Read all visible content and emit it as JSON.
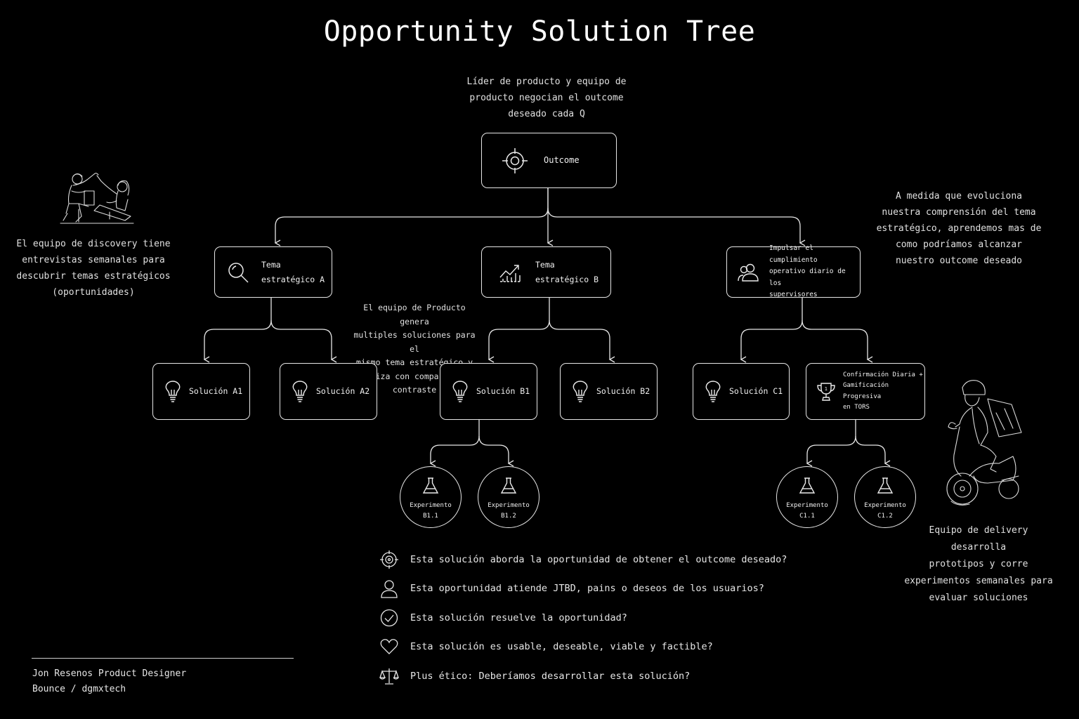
{
  "title": "Opportunity Solution Tree",
  "notes": {
    "top": [
      "Líder de producto y equipo de",
      "producto negocian el outcome",
      "deseado cada Q"
    ],
    "left": [
      "El equipo de discovery tiene",
      "entrevistas semanales para",
      "descubrir temas estratégicos",
      "(oportunidades)"
    ],
    "right": [
      "A medida que evoluciona",
      "nuestra comprensión del tema",
      "estratégico, aprendemos mas de",
      "como podríamos alcanzar",
      "nuestro outcome deseado"
    ],
    "middle": [
      "El equipo de Producto genera",
      "multiples soluciones para el",
      "mismo tema estratégico y",
      "prioriza con comparación y",
      "contraste"
    ],
    "bottom_right": [
      "Equipo de delivery desarrolla",
      "prototipos y corre",
      "experimentos semanales para",
      "evaluar soluciones"
    ]
  },
  "outcome": {
    "label": "Outcome",
    "icon": "target-icon"
  },
  "themes": [
    {
      "lines": [
        "Tema",
        "estratégico A"
      ],
      "icon": "magnifier-icon"
    },
    {
      "lines": [
        "Tema",
        "estratégico B"
      ],
      "icon": "trend-chart-icon"
    },
    {
      "lines": [
        "Impulsar el cumplimiento",
        "operativo diario de los",
        "supervisores"
      ],
      "icon": "users-icon"
    }
  ],
  "solutions": [
    {
      "lines": [
        "Solución A1"
      ],
      "icon": "lightbulb-icon"
    },
    {
      "lines": [
        "Solución A2"
      ],
      "icon": "lightbulb-icon"
    },
    {
      "lines": [
        "Solución B1"
      ],
      "icon": "lightbulb-icon"
    },
    {
      "lines": [
        "Solución B2"
      ],
      "icon": "lightbulb-icon"
    },
    {
      "lines": [
        "Solución C1"
      ],
      "icon": "lightbulb-icon"
    },
    {
      "lines": [
        "Confirmación Diaria +",
        "Gamificación Progresiva",
        "en TORS"
      ],
      "icon": "trophy-icon"
    }
  ],
  "experiments": [
    {
      "lines": [
        "Experimento",
        "B1.1"
      ],
      "icon": "flask-icon"
    },
    {
      "lines": [
        "Experimento",
        "B1.2"
      ],
      "icon": "flask-icon"
    },
    {
      "lines": [
        "Experimento",
        "C1.1"
      ],
      "icon": "flask-icon"
    },
    {
      "lines": [
        "Experimento",
        "C1.2"
      ],
      "icon": "flask-icon"
    }
  ],
  "questions": [
    {
      "text": "Esta solución aborda la oportunidad de obtener el outcome deseado?",
      "icon": "target-icon"
    },
    {
      "text": "Esta oportunidad atiende JTBD, pains o deseos de los usuarios?",
      "icon": "user-icon"
    },
    {
      "text": "Esta solución resuelve la oportunidad?",
      "icon": "check-circle-icon"
    },
    {
      "text": "Esta solución es usable, deseable, viable y factible?",
      "icon": "heart-icon"
    },
    {
      "text": "Plus ético: Deberíamos desarrollar esta solución?",
      "icon": "scales-icon"
    }
  ],
  "footer": {
    "author": "Jon Resenos Product Designer",
    "company": "Bounce / dgmxtech"
  },
  "colors": {
    "background": "#000000",
    "stroke": "#e6e6e6",
    "text": "#eaeaea"
  }
}
